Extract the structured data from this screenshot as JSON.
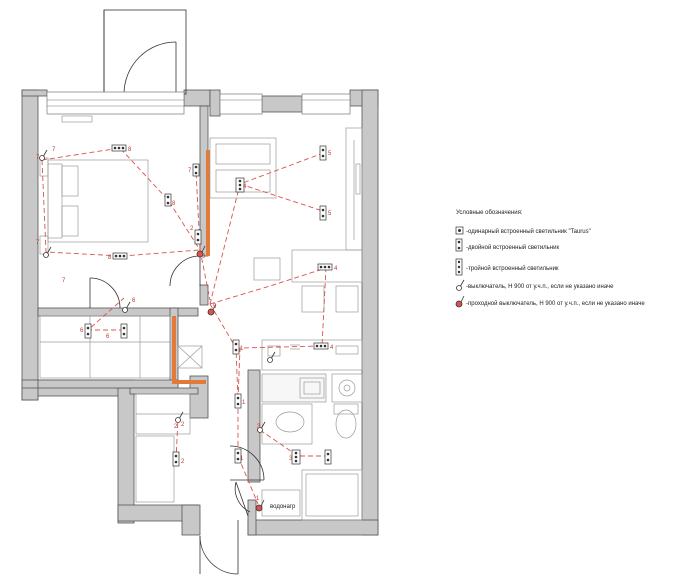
{
  "legend": {
    "title": "Условные обозначения:",
    "items": [
      {
        "symbol": "single-light",
        "text": "-одинарный встроенный светильник \"Taurus\""
      },
      {
        "symbol": "double-light",
        "text": "-двойной встроенный светильник"
      },
      {
        "symbol": "triple-light",
        "text": "-тройной встроенный светильник"
      },
      {
        "symbol": "switch",
        "text": "-выключатель, Н 900 от у.ч.п., если не указано иначе"
      },
      {
        "symbol": "pass-switch",
        "text": "-проходной выключатель, Н 900 от у.ч.п., если не указано иначе"
      }
    ]
  },
  "plan": {
    "boiler_label": "водонагр",
    "labels": [
      "7",
      "7",
      "8",
      "8",
      "7",
      "7",
      "8",
      "7",
      "6",
      "6",
      "6",
      "9",
      "2",
      "2",
      "5",
      "4",
      "4",
      "4",
      "1",
      "1",
      "1",
      "1",
      "3",
      "3",
      "5",
      "5",
      "2",
      "2"
    ]
  },
  "colors": {
    "wire": "#d9534f",
    "wall": "#c8c8c8",
    "accent": "#c0392b"
  }
}
